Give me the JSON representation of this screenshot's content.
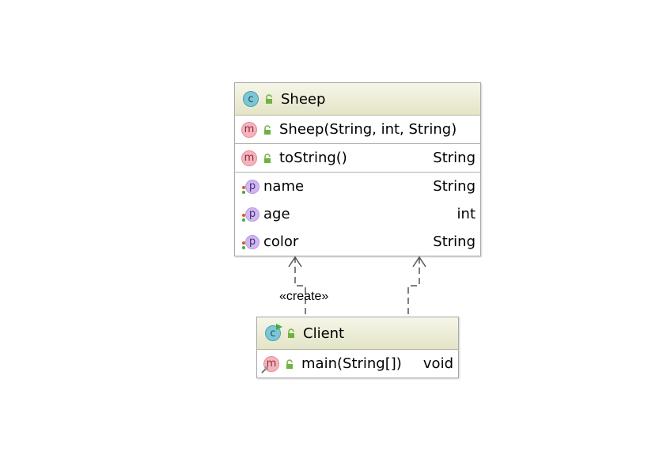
{
  "classes": {
    "sheep": {
      "name": "Sheep",
      "kind_badge": "c",
      "constructors": [
        {
          "badge": "m",
          "name": "Sheep(String, int, String)",
          "type": ""
        }
      ],
      "methods": [
        {
          "badge": "m",
          "name": "toString()",
          "type": "String"
        }
      ],
      "fields": [
        {
          "badge": "p",
          "name": "name",
          "type": "String"
        },
        {
          "badge": "p",
          "name": "age",
          "type": "int"
        },
        {
          "badge": "p",
          "name": "color",
          "type": "String"
        }
      ]
    },
    "client": {
      "name": "Client",
      "kind_badge": "c",
      "methods": [
        {
          "badge": "m",
          "name": "main(String[])",
          "type": "void"
        }
      ]
    }
  },
  "relations": [
    {
      "type": "dependency",
      "from": "Client",
      "to": "Sheep",
      "stereotype": "«create»"
    },
    {
      "type": "dependency",
      "from": "Client",
      "to": "Sheep",
      "stereotype": ""
    }
  ],
  "colors": {
    "class_badge": "#7cc6d6",
    "method_badge": "#f4b4bd",
    "property_badge": "#cfb8f0",
    "public_lock": "#6db33f",
    "header_gradient_top": "#f6f6e8",
    "header_gradient_bottom": "#e4e4c8"
  },
  "icons": {
    "class": "class-c-icon",
    "method": "method-m-icon",
    "property": "property-p-icon",
    "visibility": "public-lock-icon"
  }
}
